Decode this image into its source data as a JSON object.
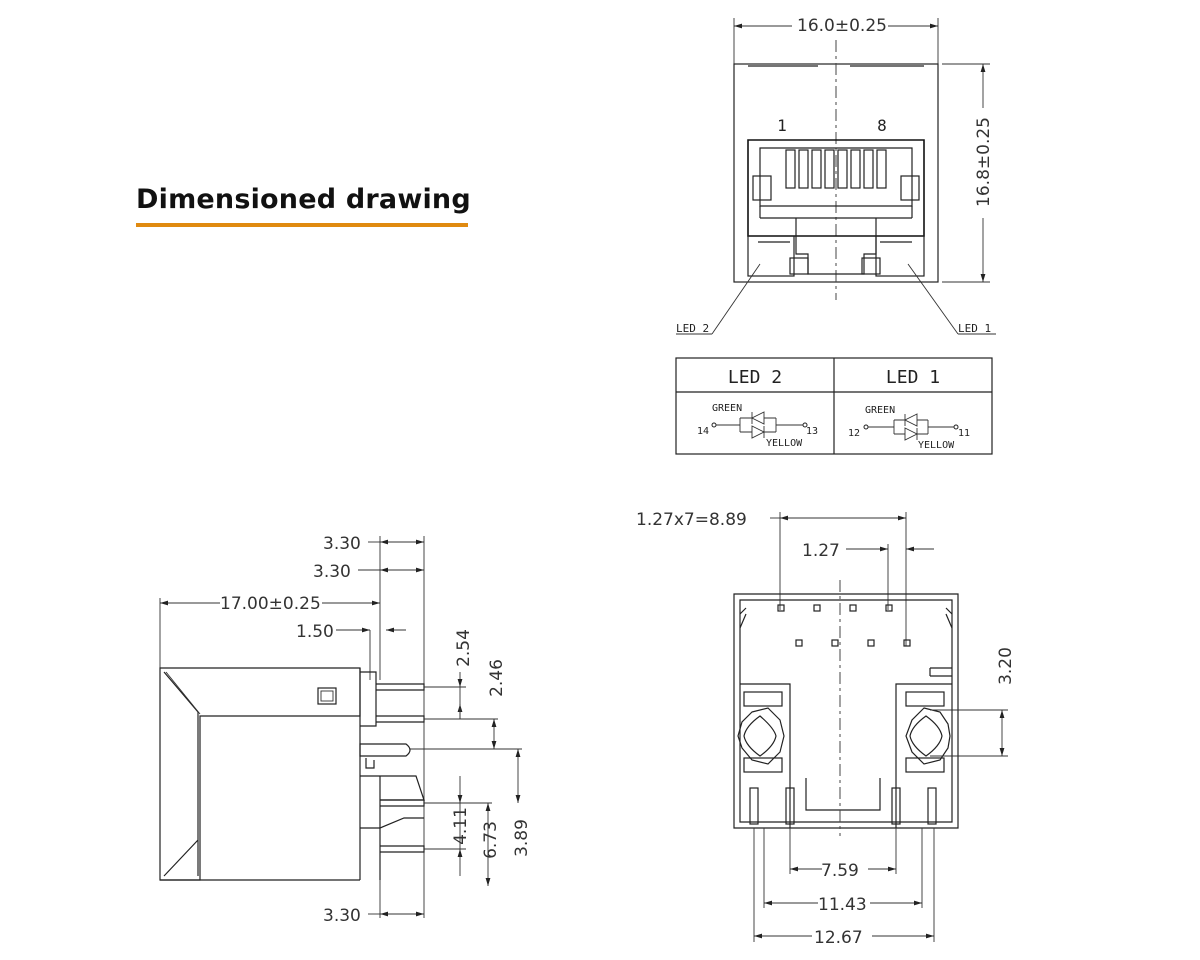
{
  "title": "Dimensioned drawing",
  "accent_color": "#e08a10",
  "front_view": {
    "width_dim": "16.0±0.25",
    "height_dim": "16.8±0.25",
    "pin_first": "1",
    "pin_last": "8",
    "led_left_callout": "LED 2",
    "led_right_callout": "LED 1"
  },
  "led_table": {
    "headers": [
      "LED 2",
      "LED 1"
    ],
    "cells": [
      {
        "green": "GREEN",
        "yellow": "YELLOW",
        "pin_left": "14",
        "pin_right": "13"
      },
      {
        "green": "GREEN",
        "yellow": "YELLOW",
        "pin_left": "12",
        "pin_right": "11"
      }
    ]
  },
  "side_view": {
    "top_dim_1": "3.30",
    "top_dim_2": "3.30",
    "length_dim": "17.00±0.25",
    "offset_dim": "1.50",
    "v_dim_1": "2.54",
    "v_dim_2": "2.46",
    "v_dim_3": "4.11",
    "v_dim_4": "6.73",
    "v_dim_5": "3.89",
    "bottom_dim": "3.30"
  },
  "bottom_view": {
    "pitch_total": "1.27x7=8.89",
    "pitch": "1.27",
    "v_dim": "3.20",
    "w_dim_1": "7.59",
    "w_dim_2": "11.43",
    "w_dim_3": "12.67"
  }
}
